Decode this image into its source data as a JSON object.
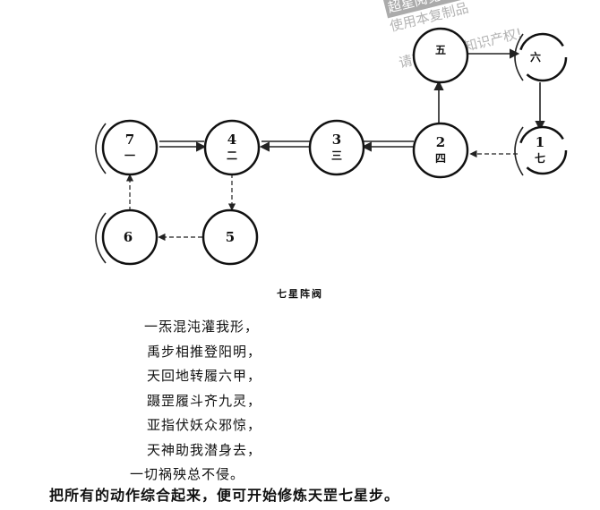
{
  "watermark": {
    "lines": [
      "超星阅览器提醒您:",
      "使用本复制品",
      "请尊重相关知识产权!"
    ]
  },
  "nodes": [
    {
      "id": "n1",
      "num": "1",
      "cn": "七"
    },
    {
      "id": "n2",
      "num": "2",
      "cn": "四"
    },
    {
      "id": "n3",
      "num": "3",
      "cn": "三"
    },
    {
      "id": "n4",
      "num": "4",
      "cn": "二"
    },
    {
      "id": "n5",
      "num": "5",
      "cn": ""
    },
    {
      "id": "n6",
      "num": "6",
      "cn": ""
    },
    {
      "id": "n7",
      "num": "7",
      "cn": "一"
    },
    {
      "id": "n8",
      "num": "",
      "cn": "五"
    },
    {
      "id": "n9",
      "num": "",
      "cn": "六"
    }
  ],
  "caption": "七星阵阀",
  "poem": [
    "一炁混沌灌我形，",
    "禹步相推登阳明，",
    "天回地转履六甲，",
    "蹑罡履斗齐九灵，",
    "亚指伏妖众邪惊，",
    "天神助我潜身去，",
    "一切祸殃总不侵。"
  ],
  "summary": "把所有的动作综合起来，便可开始修炼天罡七星步。"
}
